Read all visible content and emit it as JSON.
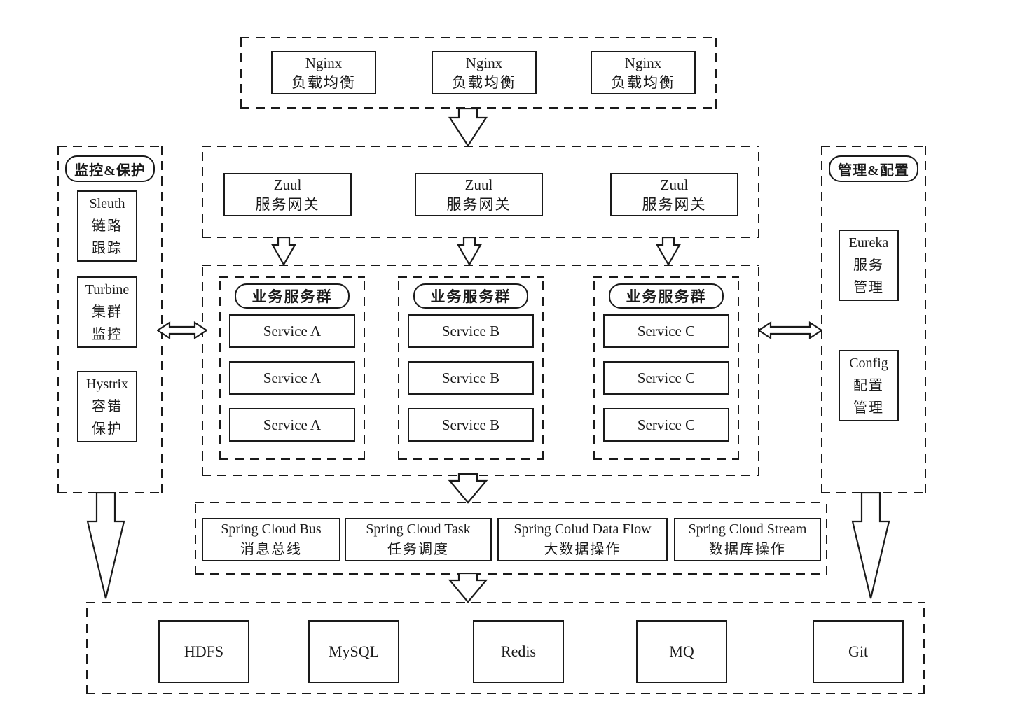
{
  "colors": {
    "line": "#1a1a1a",
    "background": "#ffffff"
  },
  "load_balancer_layer": {
    "nodes": [
      {
        "line1": "Nginx",
        "line2": "负载均衡"
      },
      {
        "line1": "Nginx",
        "line2": "负载均衡"
      },
      {
        "line1": "Nginx",
        "line2": "负载均衡"
      }
    ]
  },
  "gateway_layer": {
    "nodes": [
      {
        "line1": "Zuul",
        "line2": "服务网关"
      },
      {
        "line1": "Zuul",
        "line2": "服务网关"
      },
      {
        "line1": "Zuul",
        "line2": "服务网关"
      }
    ]
  },
  "monitor_panel": {
    "title": "监控&保护",
    "boxes": [
      {
        "line1": "Sleuth",
        "line2": "链路",
        "line3": "跟踪"
      },
      {
        "line1": "Turbine",
        "line2": "集群",
        "line3": "监控"
      },
      {
        "line1": "Hystrix",
        "line2": "容错",
        "line3": "保护"
      }
    ]
  },
  "manage_panel": {
    "title": "管理&配置",
    "boxes": [
      {
        "line1": "Eureka",
        "line2": "服务",
        "line3": "管理"
      },
      {
        "line1": "Config",
        "line2": "配置",
        "line3": "管理"
      }
    ]
  },
  "service_layer": {
    "groups": [
      {
        "label": "业务服务群",
        "services": [
          "Service A",
          "Service A",
          "Service A"
        ]
      },
      {
        "label": "业务服务群",
        "services": [
          "Service B",
          "Service B",
          "Service B"
        ]
      },
      {
        "label": "业务服务群",
        "services": [
          "Service C",
          "Service C",
          "Service C"
        ]
      }
    ]
  },
  "middleware_layer": {
    "boxes": [
      {
        "line1": "Spring Cloud Bus",
        "line2": "消息总线"
      },
      {
        "line1": "Spring Cloud Task",
        "line2": "任务调度"
      },
      {
        "line1": "Spring Colud Data Flow",
        "line2": "大数据操作"
      },
      {
        "line1": "Spring Cloud Stream",
        "line2": "数据库操作"
      }
    ]
  },
  "storage_layer": {
    "boxes": [
      "HDFS",
      "MySQL",
      "Redis",
      "MQ",
      "Git"
    ]
  }
}
